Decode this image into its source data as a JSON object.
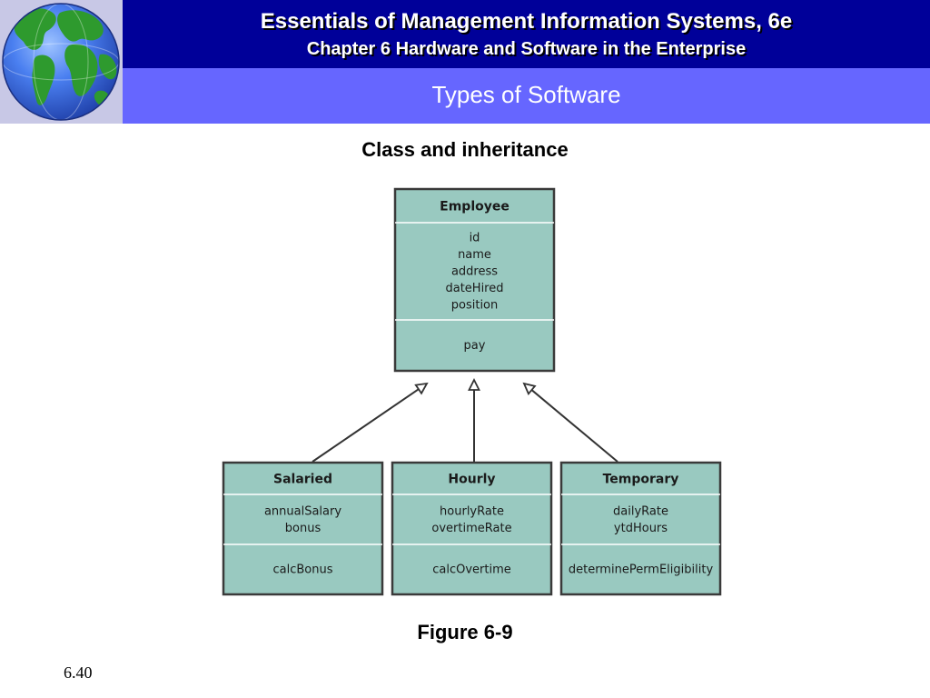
{
  "header": {
    "title": "Essentials of Management Information Systems, 6e",
    "chapter": "Chapter 6 Hardware and Software in the Enterprise",
    "section": "Types of Software"
  },
  "diagram": {
    "title": "Class and inheritance",
    "parent": {
      "name": "Employee",
      "attributes": [
        "id",
        "name",
        "address",
        "dateHired",
        "position"
      ],
      "methods": [
        "pay"
      ]
    },
    "children": [
      {
        "name": "Salaried",
        "attributes": [
          "annualSalary",
          "bonus"
        ],
        "methods": [
          "calcBonus"
        ]
      },
      {
        "name": "Hourly",
        "attributes": [
          "hourlyRate",
          "overtimeRate"
        ],
        "methods": [
          "calcOvertime"
        ]
      },
      {
        "name": "Temporary",
        "attributes": [
          "dailyRate",
          "ytdHours"
        ],
        "methods": [
          "determinePermEligibility"
        ]
      }
    ],
    "caption": "Figure 6-9"
  },
  "footer": {
    "page_number": "6.40"
  },
  "colors": {
    "header_dark": "#000099",
    "header_band": "#6666ff",
    "class_fill": "#99c9c0",
    "class_border": "#3a3a3a",
    "globe_ocean": "#3e6fe0",
    "globe_land": "#2e9a2e"
  }
}
